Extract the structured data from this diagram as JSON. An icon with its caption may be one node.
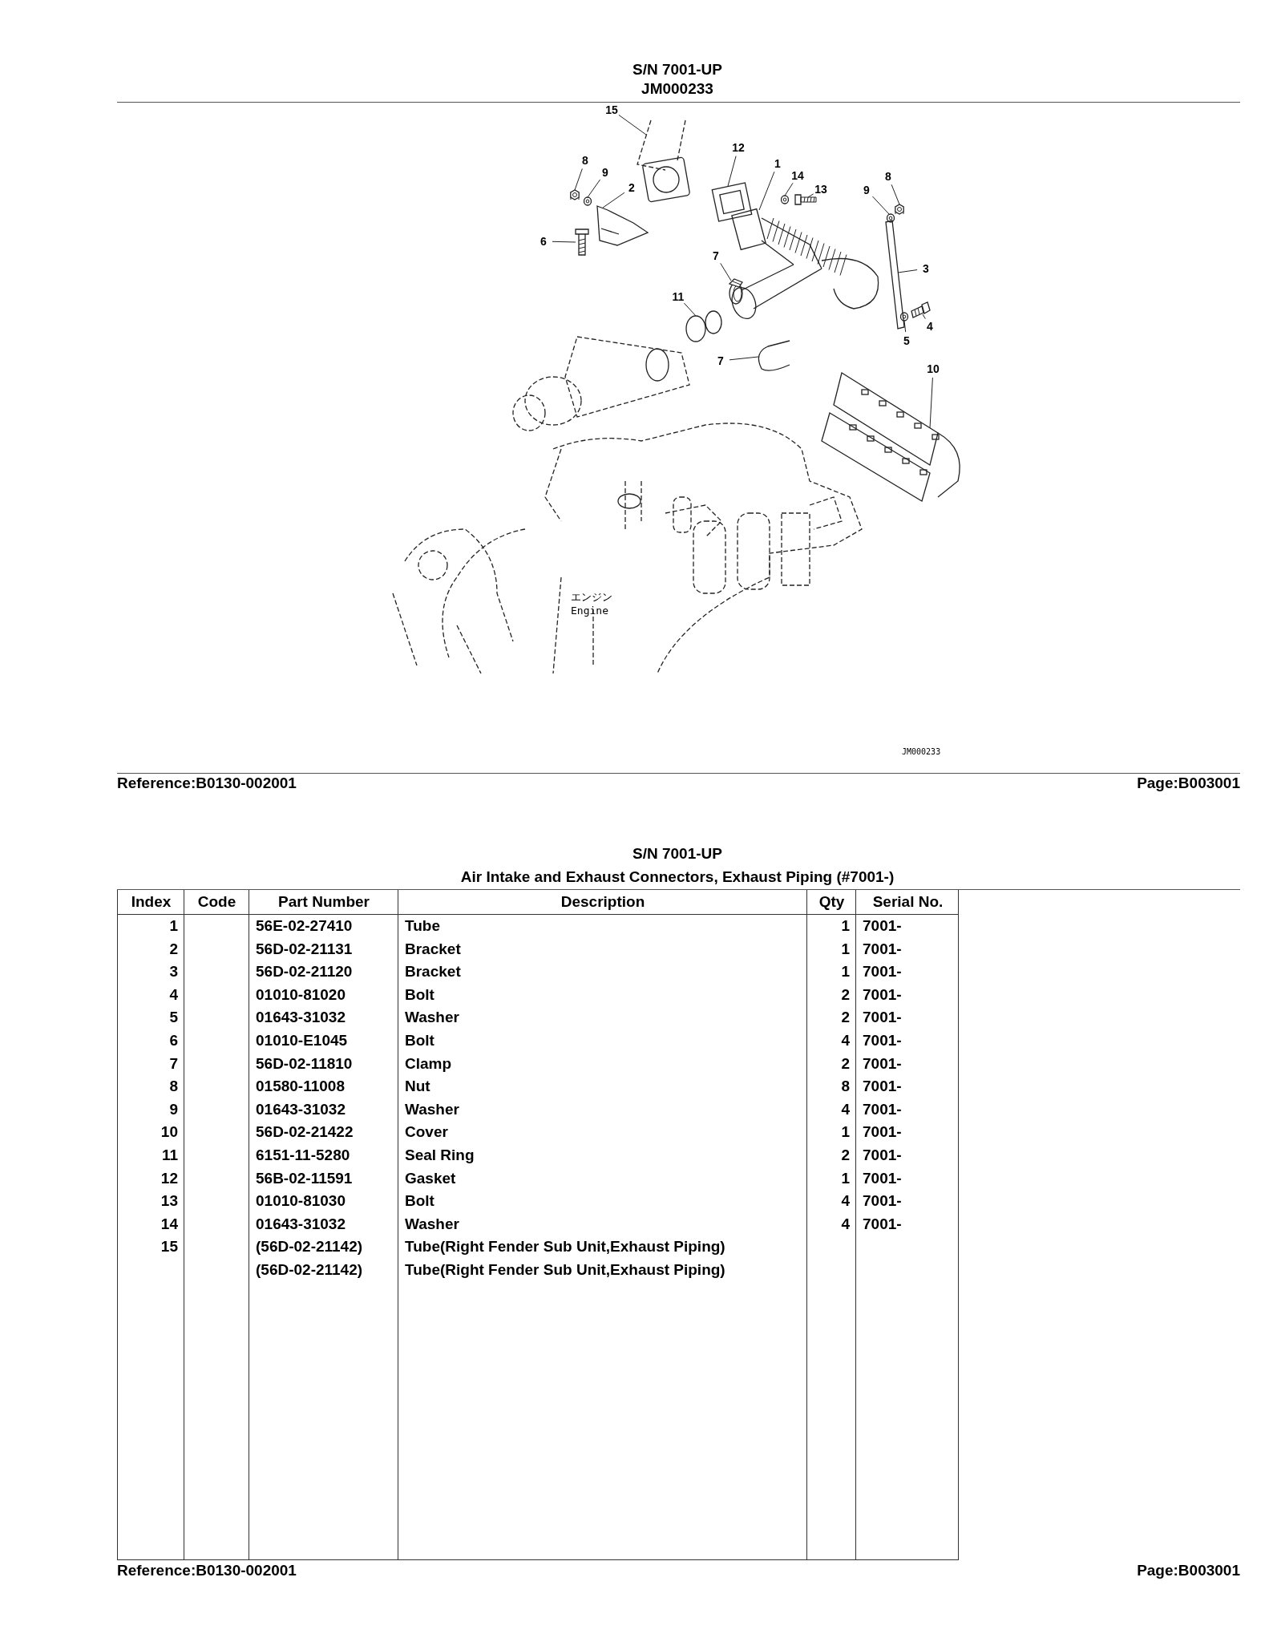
{
  "diagram": {
    "title": "S/N 7001-UP",
    "nodes": [
      {
        "text": [
          "15"
        ]
      },
      {
        "text": [
          "12"
        ]
      },
      {
        "text": [
          "8"
        ]
      },
      {
        "text": [
          "1"
        ]
      },
      {
        "text": [
          "9"
        ]
      },
      {
        "text": [
          "14"
        ]
      },
      {
        "text": [
          "8"
        ]
      },
      {
        "text": [
          "2"
        ]
      },
      {
        "text": [
          "13"
        ]
      },
      {
        "text": [
          "9"
        ]
      },
      {
        "text": [
          "6"
        ]
      },
      {
        "text": [
          "7"
        ]
      },
      {
        "text": [
          "3"
        ]
      },
      {
        "text": [
          "11"
        ]
      },
      {
        "text": [
          "4"
        ]
      },
      {
        "text": [
          "5"
        ]
      },
      {
        "text": [
          "7"
        ]
      },
      {
        "text": [
          "10"
        ]
      },
      {
        "text": [],
        "shape": "picture"
      },
      {
        "text": [],
        "shape": "picture"
      },
      {
        "text": [],
        "shape": "picture"
      },
      {
        "text": [],
        "shape": "picture"
      },
      {
        "text": [],
        "shape": "picture"
      },
      {
        "text": [],
        "shape": "picture"
      },
      {
        "text": [],
        "shape": "picture"
      },
      {
        "text": [],
        "shape": "picture"
      },
      {
        "text": [],
        "shape": "picture"
      },
      {
        "text": [],
        "shape": "picture"
      },
      {
        "text": [],
        "shape": "picture"
      },
      {
        "text": [],
        "shape": "picture"
      },
      {
        "text": [],
        "shape": "picture"
      },
      {
        "text": [],
        "shape": "picture"
      },
      {
        "text": [],
        "shape": "picture"
      },
      {
        "text": [],
        "shape": "picture"
      },
      {
        "text": [],
        "shape": "picture"
      },
      {
        "text": [],
        "shape": "picture"
      }
    ],
    "edges": [
      {
        "from": 0,
        "to": 18,
        "arrow": "none"
      },
      {
        "from": 1,
        "to": 19,
        "arrow": "none"
      },
      {
        "from": 2,
        "to": 20,
        "arrow": "none"
      },
      {
        "from": 3,
        "to": 21,
        "arrow": "none"
      },
      {
        "from": 4,
        "to": 22,
        "arrow": "none"
      },
      {
        "from": 5,
        "to": 23,
        "arrow": "none"
      },
      {
        "from": 6,
        "to": 24,
        "arrow": "none"
      },
      {
        "from": 7,
        "to": 25,
        "arrow": "none"
      },
      {
        "from": 8,
        "to": 26,
        "arrow": "none"
      },
      {
        "from": 9,
        "to": 27,
        "arrow": "none"
      },
      {
        "from": 10,
        "to": 28,
        "arrow": "none"
      },
      {
        "from": 11,
        "to": 29,
        "arrow": "none"
      },
      {
        "from": 12,
        "to": 30,
        "arrow": "none"
      },
      {
        "from": 13,
        "to": 31,
        "arrow": "none"
      },
      {
        "from": 14,
        "to": 32,
        "arrow": "none"
      },
      {
        "from": 15,
        "to": 33,
        "arrow": "none"
      },
      {
        "from": 16,
        "to": 34,
        "arrow": "none"
      },
      {
        "from": 17,
        "to": 35,
        "arrow": "none"
      }
    ],
    "labels": [
      "JM000233",
      "エンジン",
      "Engine",
      "JM000233",
      "Reference:B0130-002001",
      "Page:B003001",
      "S/N 7001-UP",
      "Air Intake and Exhaust Connectors, Exhaust Piping (#7001-)",
      "Index",
      "Code",
      "Part Number",
      "Description",
      "Qty",
      "Serial No.",
      "1",
      "56E-02-27410",
      "Tube",
      "1",
      "7001-",
      "2",
      "56D-02-21131",
      "Bracket",
      "1",
      "7001-",
      "3",
      "56D-02-21120",
      "Bracket",
      "1",
      "7001-",
      "4",
      "01010-81020",
      "Bolt",
      "2",
      "7001-",
      "5",
      "01643-31032",
      "Washer",
      "2",
      "7001-",
      "6",
      "01010-E1045",
      "Bolt",
      "4",
      "7001-",
      "7",
      "56D-02-11810",
      "Clamp",
      "2",
      "7001-",
      "8",
      "01580-11008",
      "Nut",
      "8",
      "7001-",
      "9",
      "01643-31032",
      "Washer",
      "4",
      "7001-",
      "10",
      "56D-02-21422",
      "Cover",
      "1",
      "7001-",
      "11",
      "6151-11-5280",
      "Seal Ring",
      "2",
      "7001-",
      "12",
      "56B-02-11591",
      "Gasket",
      "1",
      "7001-",
      "13",
      "01010-81030",
      "Bolt",
      "4",
      "7001-",
      "14",
      "01643-31032",
      "Washer",
      "4",
      "7001-",
      "15",
      "(56D-02-21142)",
      "Tube(Right Fender Sub Unit,Exhaust Piping)",
      "(56D-02-21142)",
      "Tube(Right Fender Sub Unit,Exhaust Piping)",
      "Reference:B0130-002001",
      "Page:B003001"
    ]
  }
}
